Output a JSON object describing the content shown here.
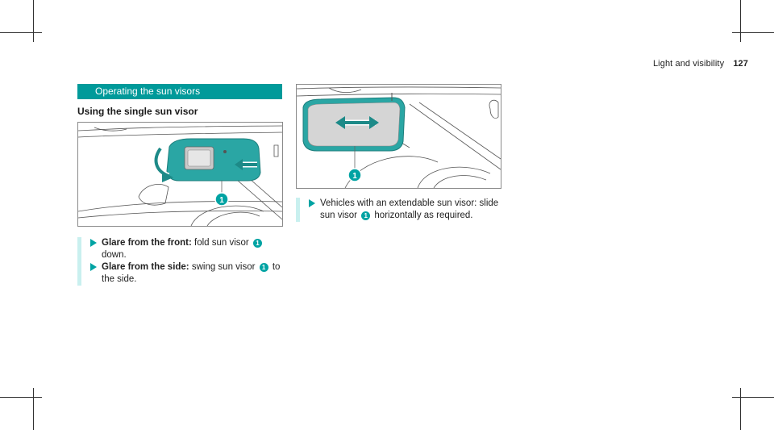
{
  "header": {
    "section_title": "Light and visibility",
    "page_number": "127"
  },
  "section": {
    "title": "Operating the sun visors",
    "subheading": "Using the single sun visor"
  },
  "figures": [
    {
      "callout": "1"
    },
    {
      "callout": "1"
    }
  ],
  "steps_left": [
    {
      "bold": "Glare from the front:",
      "text_a": " fold sun visor ",
      "badge": "1",
      "text_b": "down."
    },
    {
      "bold": "Glare from the side:",
      "text_a": " swing sun visor ",
      "badge": "1",
      "text_a2": " to",
      "text_b": "the side."
    }
  ],
  "steps_right": [
    {
      "line1": "Vehicles with an extendable sun visor: slide",
      "text_a": "sun visor ",
      "badge": "1",
      "text_b": " horizontally as required."
    }
  ],
  "colors": {
    "accent": "#009a9a",
    "visor_fill": "#2aa6a4",
    "step_bar": "#c9f0ef"
  }
}
